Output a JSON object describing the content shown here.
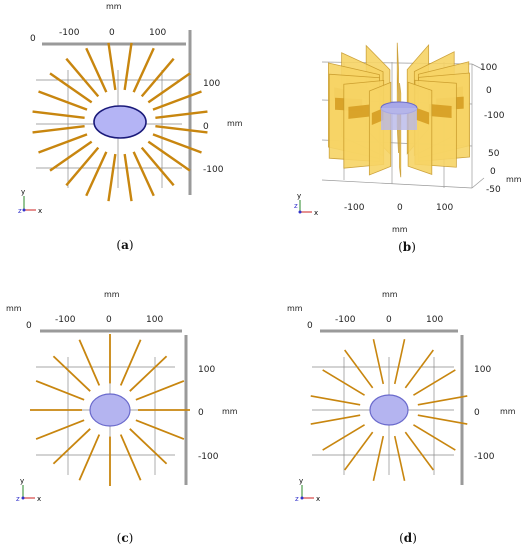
{
  "panels": [
    {
      "id": "a",
      "caption": "a",
      "top_tick_labels": [
        "-100",
        "0",
        "100"
      ],
      "left_zero_label": "0",
      "right_tick_labels": [
        "100",
        "0",
        "-100"
      ],
      "unit_top": "mm",
      "unit_right": "mm",
      "triad": {
        "y": "y",
        "z": "z",
        "x": "x"
      },
      "spoke_count": 24,
      "spoke_color": "#c8860f",
      "disk_fill": "#b4b4f5",
      "disk_stroke": "#1a1a7a"
    },
    {
      "id": "b",
      "caption": "b",
      "bottom_tick_labels": [
        "-100",
        "0",
        "100"
      ],
      "unit_bottom": "mm",
      "right_tick_labels_top": [
        "100",
        "0",
        "-100"
      ],
      "right_tick_labels_bottom": [
        "50",
        "0",
        "-50"
      ],
      "unit_right": "mm",
      "triad": {
        "y": "y",
        "z": "z",
        "x": "x"
      },
      "fin_fill": "#f7d465",
      "fin_dark": "#d49a1e",
      "fin_stroke": "#c89a2a"
    },
    {
      "id": "c",
      "caption": "c",
      "top_tick_labels": [
        "-100",
        "0",
        "100"
      ],
      "left_zero_label": "0",
      "right_tick_labels": [
        "100",
        "0",
        "-100"
      ],
      "unit_top": "mm",
      "unit_left": "mm",
      "unit_right": "mm",
      "triad": {
        "y": "y",
        "z": "z",
        "x": "x"
      },
      "spoke_count": 16,
      "spoke_color": "#c8860f",
      "disk_fill": "#b4b4f0",
      "disk_stroke": "#6a6acc"
    },
    {
      "id": "d",
      "caption": "d",
      "top_tick_labels": [
        "-100",
        "0",
        "100"
      ],
      "left_zero_label": "0",
      "right_tick_labels": [
        "100",
        "0",
        "-100"
      ],
      "unit_top": "mm",
      "unit_left": "mm",
      "unit_right": "mm",
      "triad": {
        "y": "y",
        "z": "z",
        "x": "x"
      },
      "spoke_count": 16,
      "spoke_color": "#c8860f",
      "disk_fill": "#b4b4f0",
      "disk_stroke": "#6a6acc"
    }
  ]
}
